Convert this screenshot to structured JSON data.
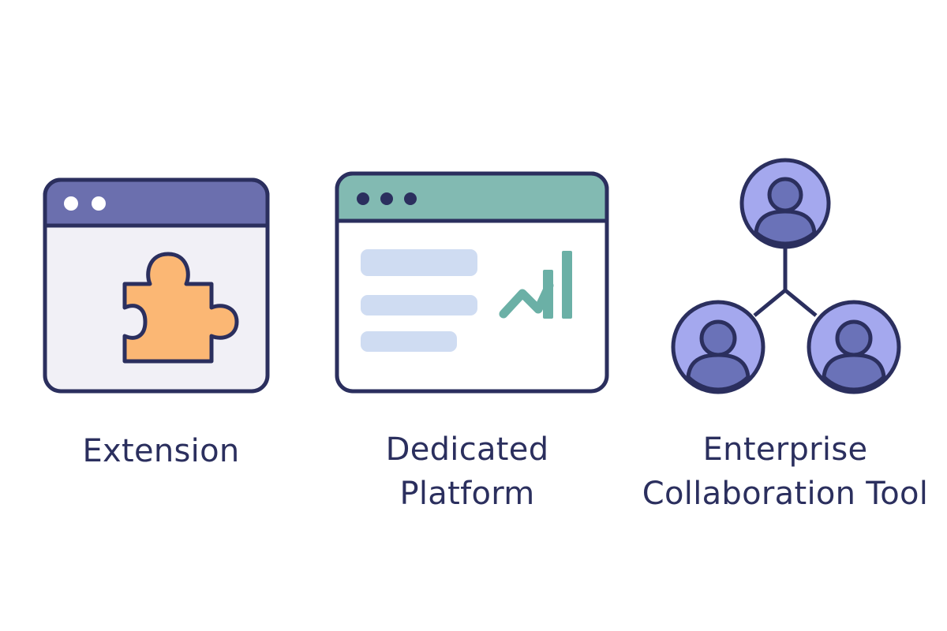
{
  "colors": {
    "outline": "#2b2f5e",
    "text": "#2b2f5e",
    "window_light": "#f1f0f6",
    "extension_bar": "#6b6fae",
    "puzzle": "#fbb774",
    "platform_bar": "#82bab2",
    "platform_lines": "#cfdcf2",
    "platform_chart": "#6bb0a6",
    "avatar_fill": "#a4a8ee",
    "avatar_person": "#6a72b8"
  },
  "items": [
    {
      "id": "extension",
      "icon": "browser-puzzle-icon",
      "label_lines": [
        "Extension"
      ]
    },
    {
      "id": "platform",
      "icon": "browser-dashboard-icon",
      "label_lines": [
        "Dedicated",
        "Platform"
      ]
    },
    {
      "id": "enterprise",
      "icon": "team-network-icon",
      "label_lines": [
        "Enterprise",
        "Collaboration Tool"
      ]
    }
  ]
}
